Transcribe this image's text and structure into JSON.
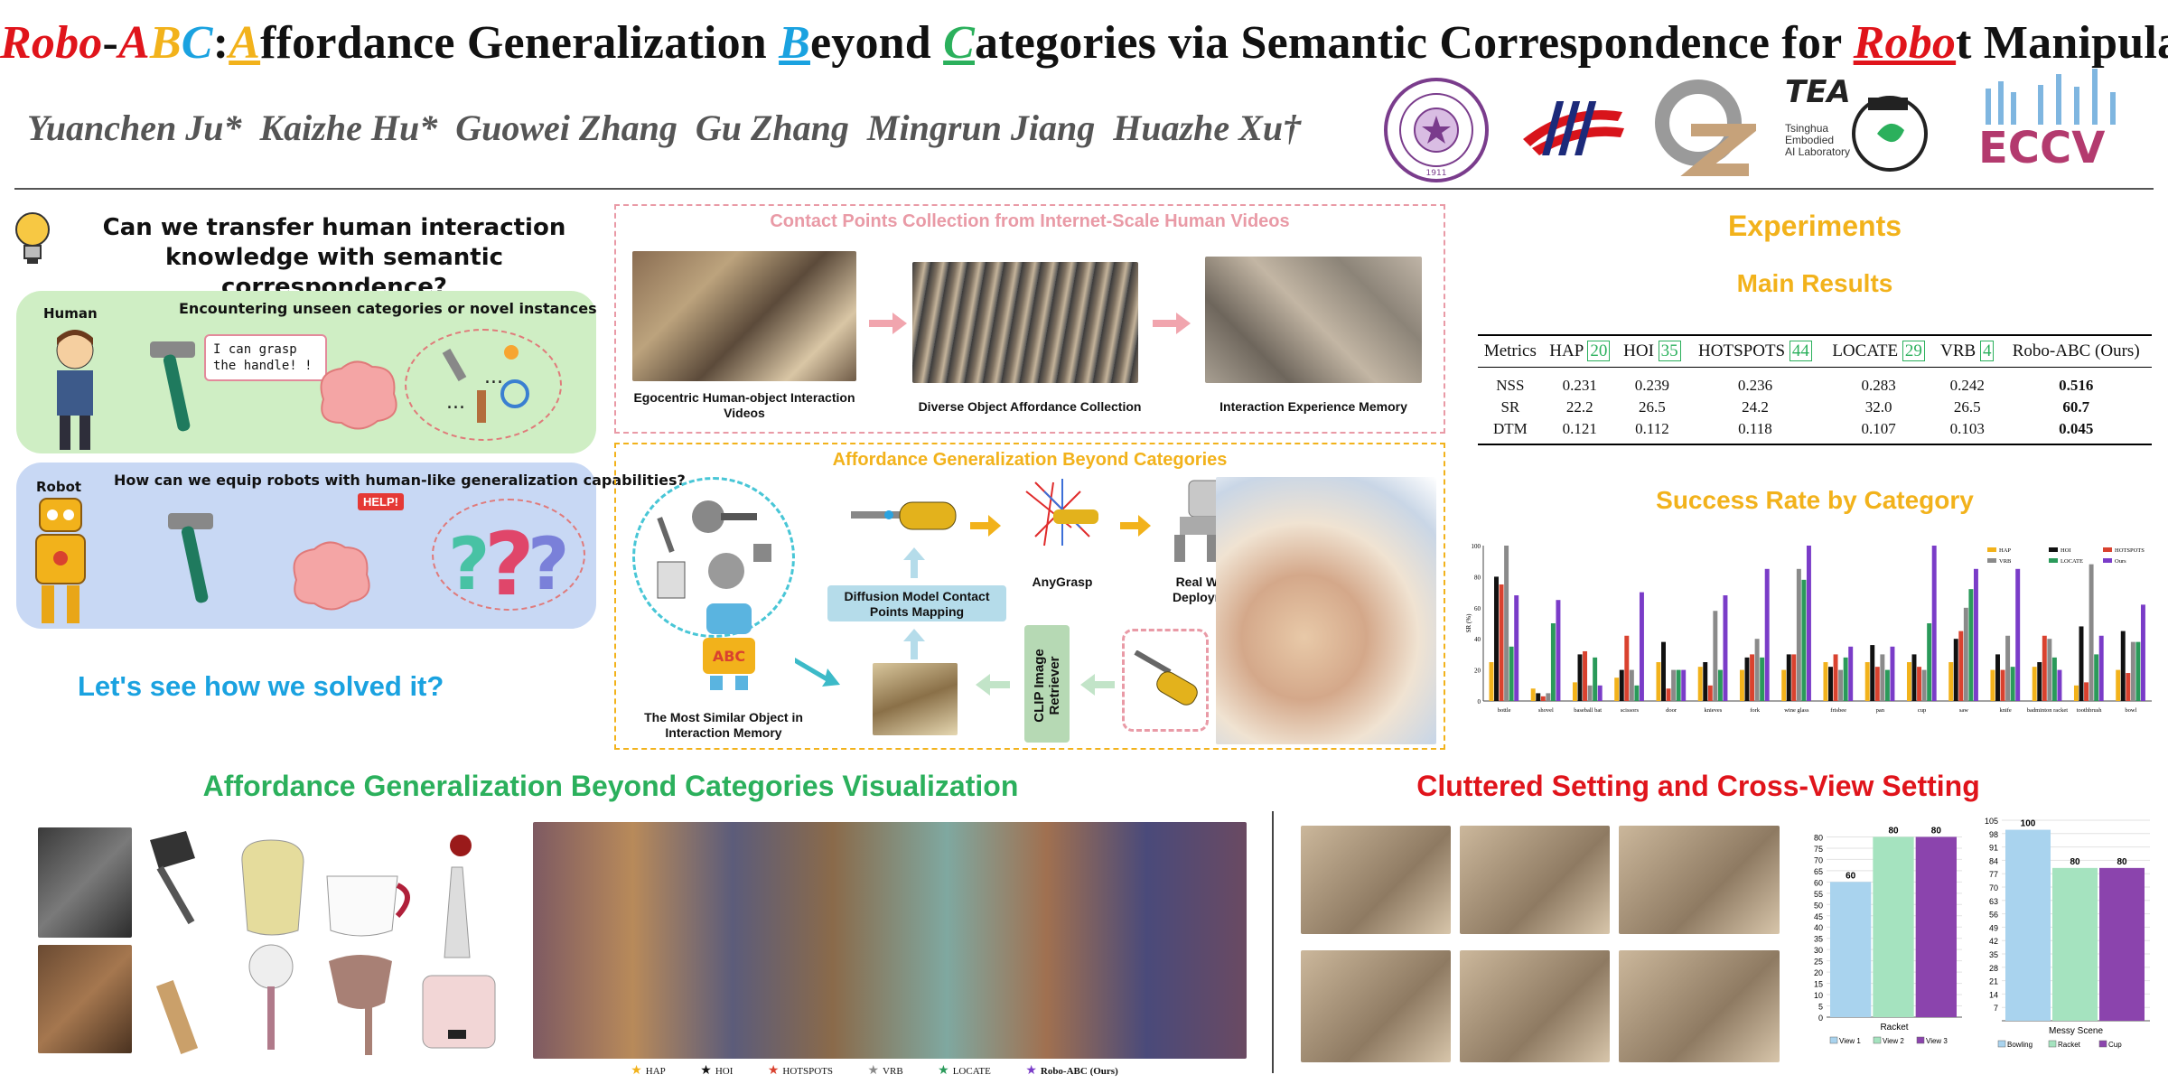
{
  "title": {
    "robo1": "Robo",
    "dash": "-",
    "abc_a": "A",
    "abc_b": "B",
    "abc_c": "C",
    "colon": ":",
    "a_cap": "A",
    "ffordance": "ffordance Generalization ",
    "b_cap": "B",
    "eyond": "eyond ",
    "c_cap": "C",
    "rest": "ategories via Semantic Correspondence for ",
    "robo2": "Robo",
    "tail": "t Manipulation"
  },
  "authors": [
    "Yuanchen Ju*",
    "Kaizhe Hu*",
    "Guowei Zhang",
    "Gu Zhang",
    "Mingrun Jiang",
    "Huazhe Xu†"
  ],
  "logos": {
    "tea": "TEA",
    "tea_sub": [
      "Tsinghua",
      "Embodied",
      "AI Laboratory"
    ],
    "eccv": "ECCV",
    "seal_year": "1911"
  },
  "motivation": {
    "question": "Can we transfer human interaction knowledge with semantic correspondence?",
    "human_label": "Human",
    "human_panel_title": "Encountering unseen categories or novel instances",
    "speech": "I can grasp the handle! !",
    "robot_label": "Robot",
    "robot_panel_title": "How can we equip robots with human-like generalization capabilities?",
    "help": "HELP!",
    "solve": "Let's see how we solved it?"
  },
  "pipeline": {
    "top_title": "Contact Points Collection from Internet-Scale Human Videos",
    "cap1": "Egocentric Human-object Interaction Videos",
    "cap2": "Diverse Object Affordance Collection",
    "cap3": "Interaction Experience Memory",
    "bottom_title": "Affordance Generalization Beyond Categories",
    "diffusion": "Diffusion Model Contact Points Mapping",
    "anygrasp": "AnyGrasp",
    "deploy": "Real World Deployment",
    "clip": "CLIP Image Retriever",
    "similar": "The Most Similar Object in Interaction Memory",
    "robot_badge": "ABC"
  },
  "experiments": {
    "heading": "Experiments",
    "main_results": "Main Results",
    "table": {
      "headers": [
        "Metrics",
        "HAP",
        "HOI",
        "HOTSPOTS",
        "LOCATE",
        "VRB",
        "Robo-ABC (Ours)"
      ],
      "cites": [
        "",
        "20",
        "35",
        "44",
        "29",
        "4",
        ""
      ],
      "rows": [
        [
          "NSS",
          "0.231",
          "0.239",
          "0.236",
          "0.283",
          "0.242",
          "0.516"
        ],
        [
          "SR",
          "22.2",
          "26.5",
          "24.2",
          "32.0",
          "26.5",
          "60.7"
        ],
        [
          "DTM",
          "0.121",
          "0.112",
          "0.118",
          "0.107",
          "0.103",
          "0.045"
        ]
      ]
    },
    "success_title": "Success Rate by Category"
  },
  "chart_data": [
    {
      "type": "bar",
      "ylabel": "SR (%)",
      "ylim": [
        0,
        100
      ],
      "yticks": [
        0,
        20,
        40,
        60,
        80,
        100
      ],
      "categories": [
        "bottle",
        "shovel",
        "baseball bat",
        "scissors",
        "door",
        "knieves",
        "fork",
        "wine glass",
        "frisbee",
        "pan",
        "cup",
        "saw",
        "knife",
        "badminton racket",
        "toothbrush",
        "bowl"
      ],
      "series": [
        {
          "name": "HAP",
          "color": "#f2b21b",
          "values": [
            25,
            8,
            12,
            15,
            25,
            22,
            20,
            20,
            25,
            25,
            25,
            25,
            20,
            22,
            10,
            20
          ]
        },
        {
          "name": "HOI",
          "color": "#111111",
          "values": [
            80,
            5,
            30,
            20,
            38,
            25,
            28,
            30,
            22,
            36,
            30,
            40,
            30,
            25,
            48,
            45
          ]
        },
        {
          "name": "HOTSPOTS",
          "color": "#d9422f",
          "values": [
            75,
            3,
            32,
            42,
            8,
            10,
            30,
            30,
            30,
            22,
            22,
            45,
            20,
            42,
            12,
            18
          ]
        },
        {
          "name": "VRB",
          "color": "#8a8a8a",
          "values": [
            100,
            5,
            10,
            20,
            20,
            58,
            40,
            85,
            20,
            30,
            20,
            60,
            42,
            40,
            88,
            38
          ]
        },
        {
          "name": "LOCATE",
          "color": "#2a9a5a",
          "values": [
            35,
            50,
            28,
            10,
            20,
            20,
            28,
            78,
            28,
            20,
            50,
            72,
            22,
            28,
            30,
            38
          ]
        },
        {
          "name": "Ours",
          "color": "#7a3cc8",
          "values": [
            68,
            65,
            10,
            70,
            20,
            68,
            85,
            100,
            35,
            35,
            100,
            85,
            85,
            20,
            42,
            62
          ]
        }
      ]
    },
    {
      "type": "bar",
      "title": "",
      "xlabel": "Racket",
      "ylim": [
        0,
        85
      ],
      "yticks": [
        0,
        5,
        10,
        15,
        20,
        25,
        30,
        35,
        40,
        45,
        50,
        55,
        60,
        65,
        70,
        75,
        80
      ],
      "series": [
        {
          "name": "View 1",
          "color": "#a9d3ee",
          "values": [
            60
          ]
        },
        {
          "name": "View 2",
          "color": "#a5e3bf",
          "values": [
            80
          ]
        },
        {
          "name": "View 3",
          "color": "#8b44ad",
          "values": [
            80
          ]
        }
      ]
    },
    {
      "type": "bar",
      "xlabel": "Messy Scene",
      "ylim": [
        0,
        105
      ],
      "yticks": [
        7,
        14,
        21,
        28,
        35,
        42,
        49,
        56,
        63,
        70,
        77,
        84,
        91,
        98,
        105
      ],
      "series": [
        {
          "name": "Bowling",
          "color": "#a9d3ee",
          "values": [
            100
          ]
        },
        {
          "name": "Racket",
          "color": "#a5e3bf",
          "values": [
            80
          ]
        },
        {
          "name": "Cup",
          "color": "#8b44ad",
          "values": [
            80
          ]
        }
      ]
    }
  ],
  "visualization": {
    "heading": "Affordance Generalization Beyond Categories Visualization",
    "legend": [
      "HAP",
      "HOI",
      "HOTSPOTS",
      "VRB",
      "LOCATE",
      "Robo-ABC (Ours)"
    ],
    "legend_colors": [
      "#f2b21b",
      "#111111",
      "#d9422f",
      "#8a8a8a",
      "#2a9a5a",
      "#7a3cc8"
    ]
  },
  "cluttered": {
    "heading": "Cluttered Setting and Cross-View Setting"
  },
  "colors": {
    "red": "#e0141b",
    "yellow": "#f2b21b",
    "blue": "#1aa2e0",
    "green": "#2bb05c"
  }
}
